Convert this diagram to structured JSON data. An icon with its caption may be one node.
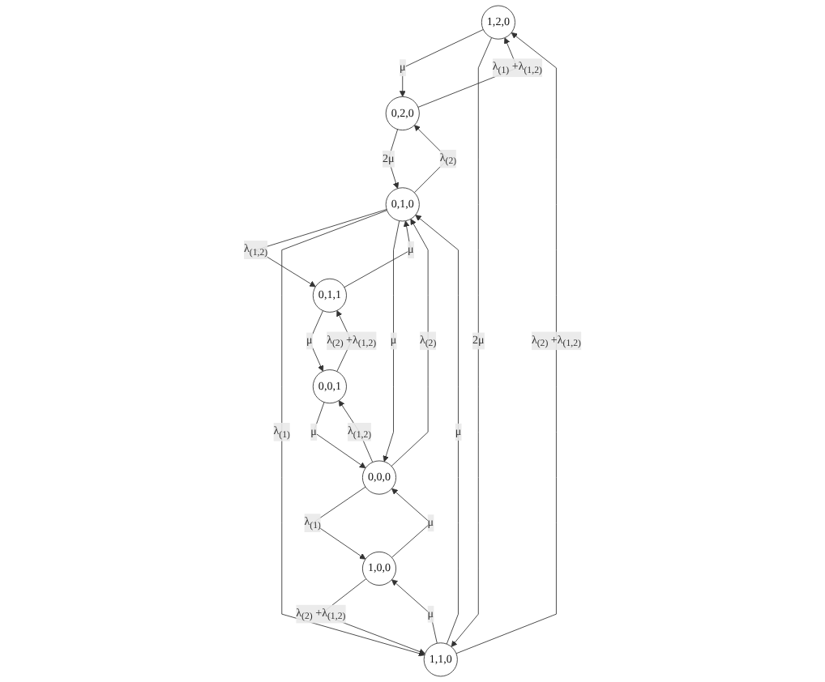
{
  "diagram": {
    "nodes": [
      {
        "text": [
          "1,2,0"
        ]
      },
      {
        "text": [
          "0,2,0"
        ]
      },
      {
        "text": [
          "0,1,1"
        ]
      },
      {
        "text": [
          "1,1,0"
        ]
      },
      {
        "text": [
          "0,1,0"
        ]
      },
      {
        "text": [
          "0,0,1"
        ]
      },
      {
        "text": [
          "1,0,0"
        ]
      },
      {
        "text": [
          "0,0,0"
        ]
      }
    ],
    "edges": [
      {
        "from": 1,
        "to": 0,
        "arrow": "to",
        "label": "λ$_{(1)}$ +λ$_{(1,2)}$"
      },
      {
        "from": 0,
        "to": 1,
        "arrow": "to",
        "label": "μ"
      },
      {
        "from": 1,
        "to": 4,
        "arrow": "to",
        "label": "2μ"
      },
      {
        "from": 4,
        "to": 1,
        "arrow": "to",
        "label": "λ$_{(2)}$"
      },
      {
        "from": 0,
        "to": 3,
        "arrow": "to",
        "label": "2μ"
      },
      {
        "from": 3,
        "to": 0,
        "arrow": "to",
        "label": "λ$_{(2)}$ +λ$_{(1,2)}$"
      },
      {
        "from": 4,
        "to": 2,
        "arrow": "to",
        "label": "λ$_{(1,2)}$"
      },
      {
        "from": 2,
        "to": 4,
        "arrow": "to",
        "label": "μ"
      },
      {
        "from": 4,
        "to": 3,
        "arrow": "to",
        "label": "λ$_{(1)}$"
      },
      {
        "from": 3,
        "to": 4,
        "arrow": "to",
        "label": "μ"
      },
      {
        "from": 2,
        "to": 5,
        "arrow": "to",
        "label": "μ"
      },
      {
        "from": 5,
        "to": 2,
        "arrow": "to",
        "label": "λ$_{(2)}$ +λ$_{(1,2)}$"
      },
      {
        "from": 4,
        "to": 7,
        "arrow": "to",
        "label": "μ"
      },
      {
        "from": 7,
        "to": 4,
        "arrow": "to",
        "label": "λ$_{(2)}$"
      },
      {
        "from": 3,
        "to": 6,
        "arrow": "to",
        "label": "μ"
      },
      {
        "from": 6,
        "to": 3,
        "arrow": "to",
        "label": "λ$_{(2)}$ +λ$_{(1,2)}$"
      },
      {
        "from": 7,
        "to": 5,
        "arrow": "to",
        "label": "λ$_{(1,2)}$"
      },
      {
        "from": 5,
        "to": 7,
        "arrow": "to",
        "label": "μ"
      },
      {
        "from": 7,
        "to": 6,
        "arrow": "to",
        "label": "λ$_{(1)}$"
      },
      {
        "from": 6,
        "to": 7,
        "arrow": "to",
        "label": "μ"
      }
    ]
  }
}
